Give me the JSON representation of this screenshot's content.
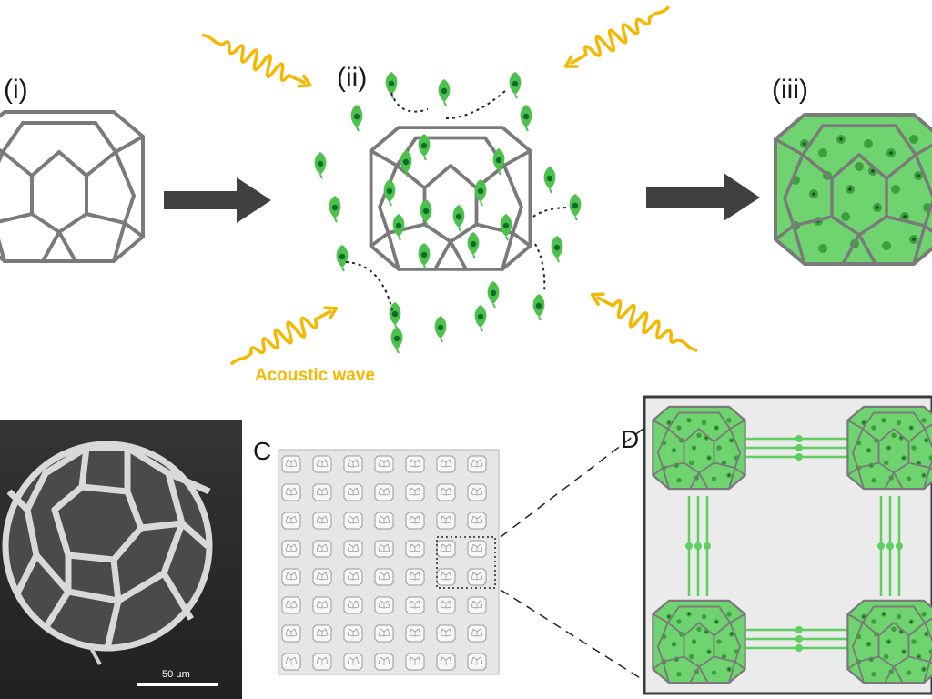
{
  "panel_labels": {
    "step1": "(i)",
    "step2": "(ii)",
    "step3": "(iii)",
    "panel_c": "C",
    "panel_d": "D"
  },
  "annotation": {
    "acoustic_wave": "Acoustic wave"
  },
  "sem": {
    "scale_bar_label": "50 µm"
  },
  "array_grid": {
    "rows": 8,
    "cols": 7
  },
  "colors": {
    "wave": "#f5b800",
    "cell": "#4cc14c",
    "cell_nucleus": "#0f6b2a",
    "frame": "#7a7a7a",
    "arrow": "#404040",
    "panel_bg": "#ececec",
    "array_bg": "#e6e6e6"
  },
  "icons": {
    "frame": "truncated-octahedron-scaffold-icon",
    "cell": "green-cell-icon",
    "wave": "acoustic-wave-icon",
    "process_arrow": "right-arrow-icon"
  }
}
